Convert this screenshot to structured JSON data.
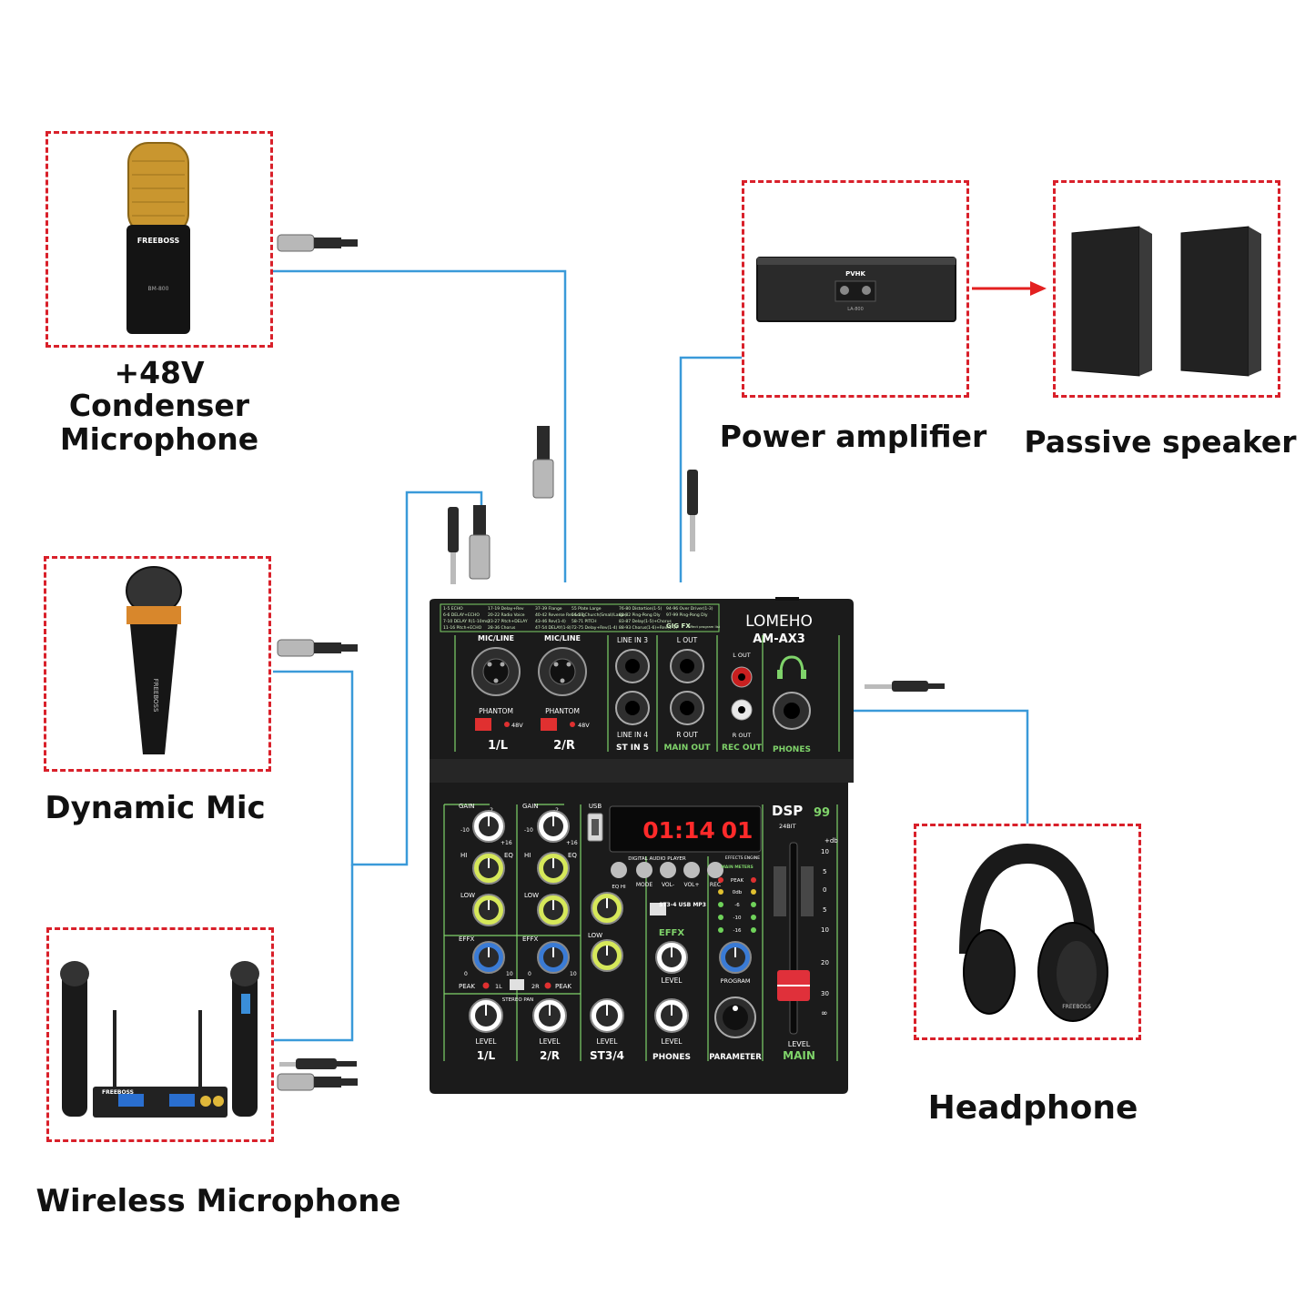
{
  "devices": {
    "condenser": {
      "label_line1": "+48V",
      "label_line2": "Condenser",
      "label_line3": "Microphone",
      "brand": "FREEBOSS",
      "model": "BM-800"
    },
    "dynamic": {
      "label": "Dynamic Mic",
      "brand": "FREEBOSS"
    },
    "wireless": {
      "label": "Wireless Microphone",
      "brand": "FREEBOSS"
    },
    "amplifier": {
      "label": "Power amplifier",
      "brand": "PVHK",
      "model": "LA-800"
    },
    "speaker": {
      "label": "Passive speaker"
    },
    "headphone": {
      "label": "Headphone",
      "brand": "FREEBOSS"
    }
  },
  "mixer": {
    "brand": "LOMEHO",
    "model": "AM-AX3",
    "fx_list": [
      "1-5 ECHO",
      "6-6 DELAY+ECHO",
      "7-10 DELAY R(1-10ms)",
      "11-16 Pitch+ECHO",
      "17-19 Delay+Rev",
      "20-22 Radio Voice",
      "23-27 Pitch+DELAY",
      "28-36 Chorus",
      "37-39 Flange",
      "40-42 Reverse Rev Long",
      "43-46 Rev(1-4)",
      "47-54 DELAY(1-8)",
      "55 Plate Large",
      "56-57 Church(Small/Large)",
      "58-71 PITCH",
      "72-75 Delay+Rev(1-4)",
      "76-80 Distortion(1-5)",
      "81-82 Ping-Pong Dly",
      "83-87 Delay(1-5)+Chorus",
      "88-93 Chorus(1-6)+Rev(1-3)",
      "94-96 Over Driver(1-3)",
      "97-99 Ping-Pong Dly"
    ],
    "gigfx": "GIG FX",
    "gigfx_sub": "Effect program list",
    "ch1": {
      "top_label": "MIC/LINE",
      "phantom": "PHANTOM",
      "v48": "48V",
      "name": "1/L"
    },
    "ch2": {
      "top_label": "MIC/LINE",
      "phantom": "PHANTOM",
      "v48": "48V",
      "name": "2/R"
    },
    "line_in_3": "LINE IN 3",
    "line_in_4": "LINE IN 4",
    "st_in_5": "ST IN 5",
    "main_out_l": "L OUT",
    "main_out_r": "R OUT",
    "main_out": "MAIN OUT",
    "rec_out_l": "L OUT",
    "rec_out_r": "R OUT",
    "rec_out": "REC OUT",
    "phones": "PHONES",
    "gain": "GAIN",
    "gain_min": "-10",
    "gain_max": "+16",
    "gain_mark": "-2",
    "hi": "HI",
    "eq": "EQ",
    "low": "LOW",
    "effx": "EFFX",
    "level": "LEVEL",
    "peak": "PEAK",
    "zero": "0",
    "ten": "10",
    "stereo_pan": "STEREO PAN",
    "pan_l": "1L",
    "pan_r": "2R",
    "usb": "USB",
    "display_left": "01:14",
    "display_right": "01",
    "dap": "DIGITAL AUDIO PLAYER",
    "mode": "MODE",
    "vol_minus": "VOL-",
    "vol_plus": "VOL+",
    "rec": "REC",
    "eq_hi": "EQ HI",
    "st34_usb": "ST3-4 USB MP3",
    "dsp": "DSP",
    "dsp_num": "99",
    "bits": "24BIT",
    "effects_engine": "EFFECTS ENGINE",
    "main_meters": "MAIN METERS",
    "meter_labels": [
      "PEAK",
      "0db",
      "-6",
      "-10",
      "-16"
    ],
    "program": "PROGRAM",
    "parameter": "PARAMETER",
    "fader_scale": [
      "+db",
      "10",
      "5",
      "0",
      "5",
      "10",
      "20",
      "30",
      "∞"
    ],
    "bottom_labels": [
      "1/L",
      "2/R",
      "ST3/4",
      "PHONES",
      "PARAMETER",
      "MAIN"
    ]
  },
  "colors": {
    "dashed_border": "#d9202a",
    "cable": "#3a9ad9",
    "mixer_body": "#1b1b1b",
    "panel_green": "#7fd36a",
    "display_red": "#ff2a2a",
    "arrow": "#e32020"
  }
}
